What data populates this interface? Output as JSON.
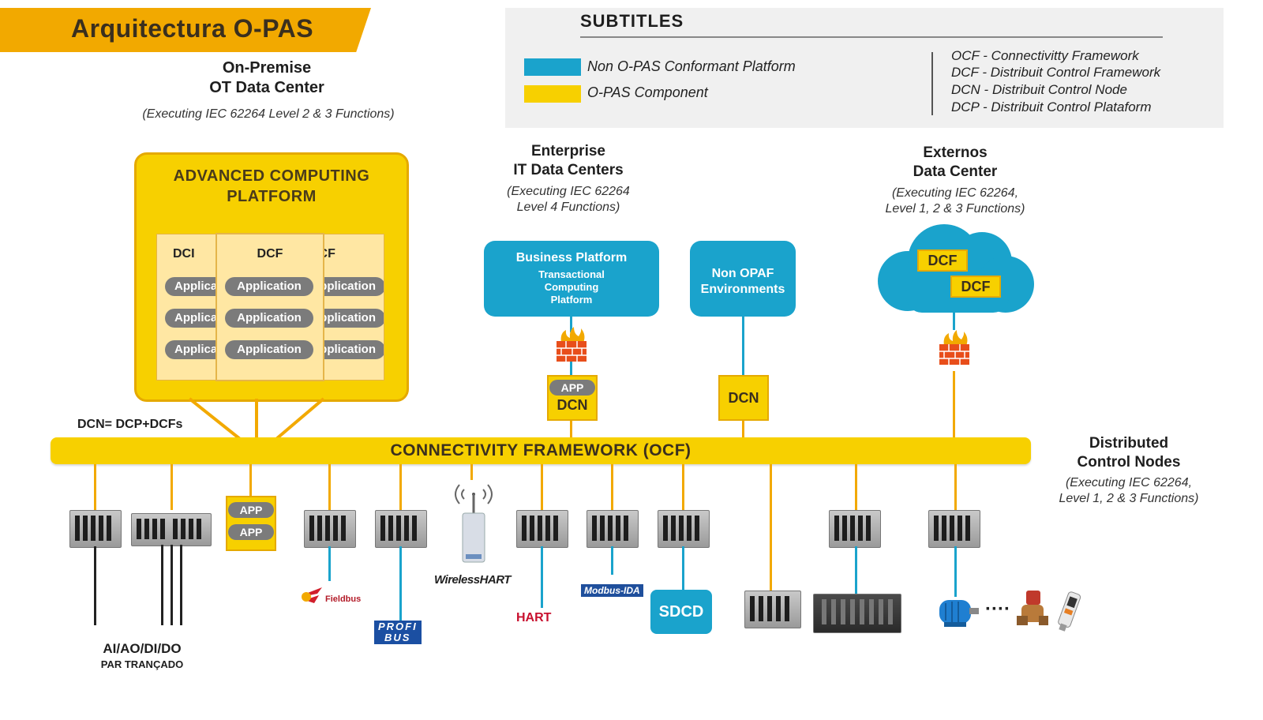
{
  "title": "Arquitectura  O-PAS",
  "onpremise": {
    "title_line1": "On-Premise",
    "title_line2": "OT Data Center",
    "subtitle": "(Executing IEC 62264 Level 2 & 3 Functions)"
  },
  "legend": {
    "title": "SUBTITLES",
    "items": [
      {
        "label": "Non O-PAS Conformant Platform",
        "color": "#1AA3CC"
      },
      {
        "label": "O-PAS Component",
        "color": "#F7D000"
      }
    ],
    "abbreviations": [
      "OCF - Connectivitty Framework",
      "DCF - Distribuit Control Framework",
      "DCN - Distribuit Control Node",
      "DCP - Distribuit Control Plataform"
    ]
  },
  "acp": {
    "title_line1": "ADVANCED COMPUTING",
    "title_line2": "PLATFORM",
    "dcf_left": "DCI",
    "dcf_center": "DCF",
    "dcf_right": "DCF",
    "app_left": "Application",
    "app_center": "Application",
    "app_right": "Application"
  },
  "enterprise": {
    "title_line1": "Enterprise",
    "title_line2": "IT Data Centers",
    "sub_line1": "(Executing IEC 62264",
    "sub_line2": "Level 4 Functions)"
  },
  "externos": {
    "title_line1": "Externos",
    "title_line2": "Data Center",
    "sub_line1": "(Executing IEC 62264,",
    "sub_line2": "Level 1, 2 & 3 Functions)"
  },
  "business_platform": {
    "title": "Business Platform",
    "line1": "Transactional",
    "line2": "Computing",
    "line3": "Platform"
  },
  "non_opaf": {
    "line1": "Non OPAF",
    "line2": "Environments"
  },
  "cloud": {
    "dcf1": "DCF",
    "dcf2": "DCF"
  },
  "app_label": "APP",
  "dcn_label": "DCN",
  "dcn_formula": "DCN= DCP+DCFs",
  "ocf_label": "CONNECTIVITY FRAMEWORK (OCF)",
  "distributed": {
    "title_line1": "Distributed",
    "title_line2": "Control Nodes",
    "sub_line1": "(Executing IEC 62264,",
    "sub_line2": "Level 1, 2 & 3 Functions)"
  },
  "protocols": {
    "fieldbus": "Fieldbus",
    "profibus_1": "PROFI",
    "profibus_2": "BUS",
    "wirelesshart": "WirelessHART",
    "hart": "HART",
    "modbus": "Modbus-IDA",
    "sdcd": "SDCD"
  },
  "io_label": "AI/AO/DI/DO",
  "io_sub": "PAR TRANÇADO",
  "ellipsis": "····",
  "colors": {
    "orange": "#F2A900",
    "yellow": "#F7D000",
    "blue": "#1AA3CC"
  }
}
